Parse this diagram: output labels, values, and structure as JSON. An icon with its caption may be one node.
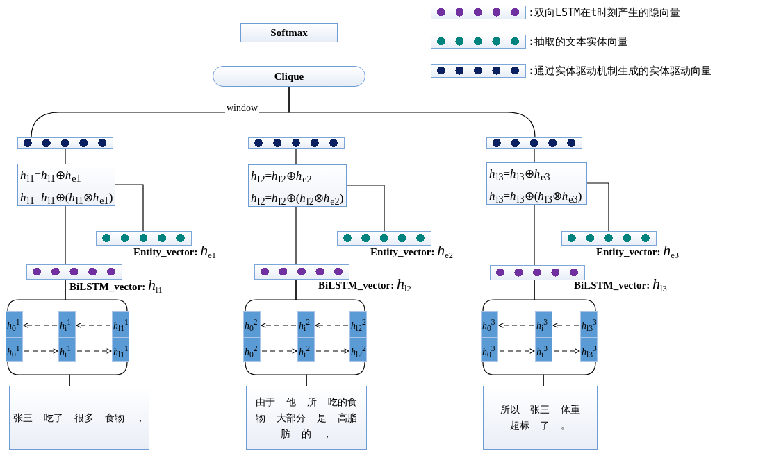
{
  "diagram": {
    "nodes": [
      {
        "text": [
          "Softmax"
        ]
      },
      {
        "text": [
          "Clique"
        ]
      },
      {
        "text": [],
        "shape": "box"
      },
      {
        "text": [
          "*h*$_{l1}$=*h*$_{l1}$⊕*h*$_{e1}$",
          "*h*$_{l1}$=*h*$_{l1}$⊕(*h*$_{l1}$⊗*h*$_{e1}$)"
        ]
      },
      {
        "text": [],
        "shape": "box",
        "beside": [
          "**Entity_vector:** *h*$_{e1}$"
        ]
      },
      {
        "text": [],
        "shape": "box",
        "beside": [
          "**BiLSTM_vector:** *h*$_{l1}$"
        ]
      },
      {
        "text": [
          "*h*$_{0}$$^{1}$"
        ]
      },
      {
        "text": [
          "*h*$_{i}$$^{1}$"
        ]
      },
      {
        "text": [
          "*h*$_{l1}$$^{1}$"
        ]
      },
      {
        "text": [
          "*h*$_{0}$$^{1}$"
        ]
      },
      {
        "text": [
          "*h*$_{i}$$^{1}$"
        ]
      },
      {
        "text": [
          "*h*$_{l1}$$^{1}$"
        ]
      },
      {
        "text": [
          "张三 吃了 很多 食物 ，"
        ]
      },
      {
        "text": [],
        "shape": "box"
      },
      {
        "text": [
          "*h*$_{l2}$=*h*$_{l2}$⊕*h*$_{e2}$",
          "*h*$_{l2}$=*h*$_{l2}$⊕(*h*$_{l2}$⊗*h*$_{e2}$)"
        ]
      },
      {
        "text": [],
        "shape": "box",
        "beside": [
          "**Entity_vector:** *h*$_{e2}$"
        ]
      },
      {
        "text": [],
        "shape": "box",
        "beside": [
          "**BiLSTM_vector:** *h*$_{l2}$"
        ]
      },
      {
        "text": [
          "*h*$_{0}$$^{2}$"
        ]
      },
      {
        "text": [
          "*h*$_{i}$$^{2}$"
        ]
      },
      {
        "text": [
          "*h*$_{l2}$$^{2}$"
        ]
      },
      {
        "text": [
          "*h*$_{0}$$^{2}$"
        ]
      },
      {
        "text": [
          "*h*$_{i}$$^{2}$"
        ]
      },
      {
        "text": [
          "*h*$_{l2}$$^{2}$"
        ]
      },
      {
        "text": [
          "由于 他 所 吃的食物 大部分 是 高脂肪 的 ，"
        ]
      },
      {
        "text": [],
        "shape": "box"
      },
      {
        "text": [
          "*h*$_{l3}$=*h*$_{l3}$⊕*h*$_{e3}$",
          "*h*$_{l3}$=*h*$_{l3}$⊕(*h*$_{l3}$⊗*h*$_{e3}$)"
        ]
      },
      {
        "text": [],
        "shape": "box",
        "beside": [
          "**Entity_vector:** *h*$_{e3}$"
        ]
      },
      {
        "text": [],
        "shape": "box",
        "beside": [
          "**BiLSTM_vector:** *h*$_{l3}$"
        ]
      },
      {
        "text": [
          "*h*$_{0}$$^{3}$"
        ]
      },
      {
        "text": [
          "*h*$_{i}$$^{3}$"
        ]
      },
      {
        "text": [
          "*h*$_{l3}$$^{3}$"
        ]
      },
      {
        "text": [
          "*h*$_{0}$$^{3}$"
        ]
      },
      {
        "text": [
          "*h*$_{i}$$^{3}$"
        ]
      },
      {
        "text": [
          "*h*$_{l3}$$^{3}$"
        ]
      },
      {
        "text": [
          "所以 张三 体重超标 了 。"
        ]
      }
    ],
    "edges": [
      {
        "from": 1,
        "to": 2,
        "arrow": "none",
        "label": "window"
      },
      {
        "from": 1,
        "to": 24,
        "arrow": "none"
      },
      {
        "from": 2,
        "to": 3,
        "arrow": "none"
      },
      {
        "from": 3,
        "to": 4,
        "arrow": "none"
      },
      {
        "from": 3,
        "to": 5,
        "arrow": "none"
      },
      {
        "from": 5,
        "to": 6,
        "arrow": "none"
      },
      {
        "from": 5,
        "to": 8,
        "arrow": "none"
      },
      {
        "from": 7,
        "to": 6,
        "arrow": "to",
        "style": "dashed"
      },
      {
        "from": 8,
        "to": 7,
        "arrow": "to",
        "style": "dashed"
      },
      {
        "from": 9,
        "to": 10,
        "arrow": "to",
        "style": "dashed"
      },
      {
        "from": 10,
        "to": 11,
        "arrow": "to",
        "style": "dashed"
      },
      {
        "from": 9,
        "to": 12,
        "arrow": "none"
      },
      {
        "from": 11,
        "to": 12,
        "arrow": "none"
      },
      {
        "from": 13,
        "to": 14,
        "arrow": "none"
      },
      {
        "from": 14,
        "to": 15,
        "arrow": "none"
      },
      {
        "from": 14,
        "to": 16,
        "arrow": "none"
      },
      {
        "from": 16,
        "to": 17,
        "arrow": "none"
      },
      {
        "from": 16,
        "to": 19,
        "arrow": "none"
      },
      {
        "from": 18,
        "to": 17,
        "arrow": "to",
        "style": "dashed"
      },
      {
        "from": 19,
        "to": 18,
        "arrow": "to",
        "style": "dashed"
      },
      {
        "from": 20,
        "to": 21,
        "arrow": "to",
        "style": "dashed"
      },
      {
        "from": 21,
        "to": 22,
        "arrow": "to",
        "style": "dashed"
      },
      {
        "from": 20,
        "to": 23,
        "arrow": "none"
      },
      {
        "from": 22,
        "to": 23,
        "arrow": "none"
      },
      {
        "from": 24,
        "to": 25,
        "arrow": "none"
      },
      {
        "from": 25,
        "to": 26,
        "arrow": "none"
      },
      {
        "from": 25,
        "to": 27,
        "arrow": "none"
      },
      {
        "from": 27,
        "to": 28,
        "arrow": "none"
      },
      {
        "from": 27,
        "to": 30,
        "arrow": "none"
      },
      {
        "from": 29,
        "to": 28,
        "arrow": "to",
        "style": "dashed"
      },
      {
        "from": 30,
        "to": 29,
        "arrow": "to",
        "style": "dashed"
      },
      {
        "from": 31,
        "to": 32,
        "arrow": "to",
        "style": "dashed"
      },
      {
        "from": 32,
        "to": 33,
        "arrow": "to",
        "style": "dashed"
      },
      {
        "from": 31,
        "to": 34,
        "arrow": "none"
      },
      {
        "from": 33,
        "to": 34,
        "arrow": "none"
      }
    ],
    "legend": [
      {
        "text": ":双向LSTM在t时刻产生的隐向量",
        "color": "#7030a0"
      },
      {
        "text": ":抽取的文本实体向量",
        "color": "#00827f"
      },
      {
        "text": ":通过实体驱动机制生成的实体驱动向量",
        "color": "#0b2060"
      }
    ]
  }
}
